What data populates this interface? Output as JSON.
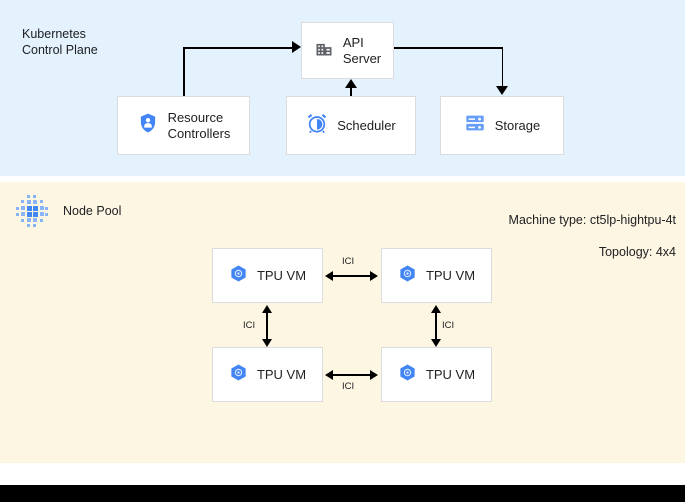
{
  "control_plane": {
    "title": "Kubernetes\nControl Plane",
    "background_color": "#e3f2fd",
    "nodes": [
      {
        "id": "api-server",
        "label": "API\nServer",
        "icon": "server-building-icon",
        "icon_color": "#5f6368"
      },
      {
        "id": "resource-controllers",
        "label": "Resource\nControllers",
        "icon": "shield-user-icon",
        "icon_color": "#4285f4"
      },
      {
        "id": "scheduler",
        "label": "Scheduler",
        "icon": "alarm-clock-icon",
        "icon_color": "#4285f4"
      },
      {
        "id": "storage",
        "label": "Storage",
        "icon": "storage-rack-icon",
        "icon_color": "#669df6"
      }
    ],
    "connections": [
      {
        "from": "resource-controllers",
        "to": "api-server",
        "direction": "one-way"
      },
      {
        "from": "scheduler",
        "to": "api-server",
        "direction": "one-way"
      },
      {
        "from": "api-server",
        "to": "storage",
        "direction": "one-way"
      }
    ]
  },
  "node_pool": {
    "title": "Node Pool",
    "icon": "node-pool-dots-icon",
    "background_color": "#fdf6e3",
    "meta": {
      "machine_type_line": "Machine type: ct5lp-hightpu-4t",
      "topology_line": "Topology: 4x4",
      "machine_type_label": "Machine type:",
      "machine_type_value": "ct5lp-hightpu-4t",
      "topology_label": "Topology:",
      "topology_value": "4x4"
    },
    "vms": [
      {
        "id": "vm-top-left",
        "label": "TPU VM",
        "icon": "tpu-hexagon-icon",
        "icon_color": "#4285f4"
      },
      {
        "id": "vm-top-right",
        "label": "TPU VM",
        "icon": "tpu-hexagon-icon",
        "icon_color": "#4285f4"
      },
      {
        "id": "vm-bottom-left",
        "label": "TPU VM",
        "icon": "tpu-hexagon-icon",
        "icon_color": "#4285f4"
      },
      {
        "id": "vm-bottom-right",
        "label": "TPU VM",
        "icon": "tpu-hexagon-icon",
        "icon_color": "#4285f4"
      }
    ],
    "interconnects": [
      {
        "id": "ici-top",
        "label": "ICI",
        "between": [
          "vm-top-left",
          "vm-top-right"
        ],
        "orientation": "horizontal",
        "direction": "bidirectional"
      },
      {
        "id": "ici-bottom",
        "label": "ICI",
        "between": [
          "vm-bottom-left",
          "vm-bottom-right"
        ],
        "orientation": "horizontal",
        "direction": "bidirectional"
      },
      {
        "id": "ici-left",
        "label": "ICI",
        "between": [
          "vm-top-left",
          "vm-bottom-left"
        ],
        "orientation": "vertical",
        "direction": "bidirectional"
      },
      {
        "id": "ici-right",
        "label": "ICI",
        "between": [
          "vm-top-right",
          "vm-bottom-right"
        ],
        "orientation": "vertical",
        "direction": "bidirectional"
      }
    ]
  },
  "colors": {
    "control_plane_bg": "#e3f2fd",
    "node_pool_bg": "#fdf6e3",
    "box_bg": "#ffffff",
    "box_border": "#dadce0",
    "text": "#202124",
    "accent_blue": "#4285f4",
    "accent_blue_light": "#669df6",
    "gray_icon": "#5f6368",
    "bottom_bar": "#000000"
  }
}
